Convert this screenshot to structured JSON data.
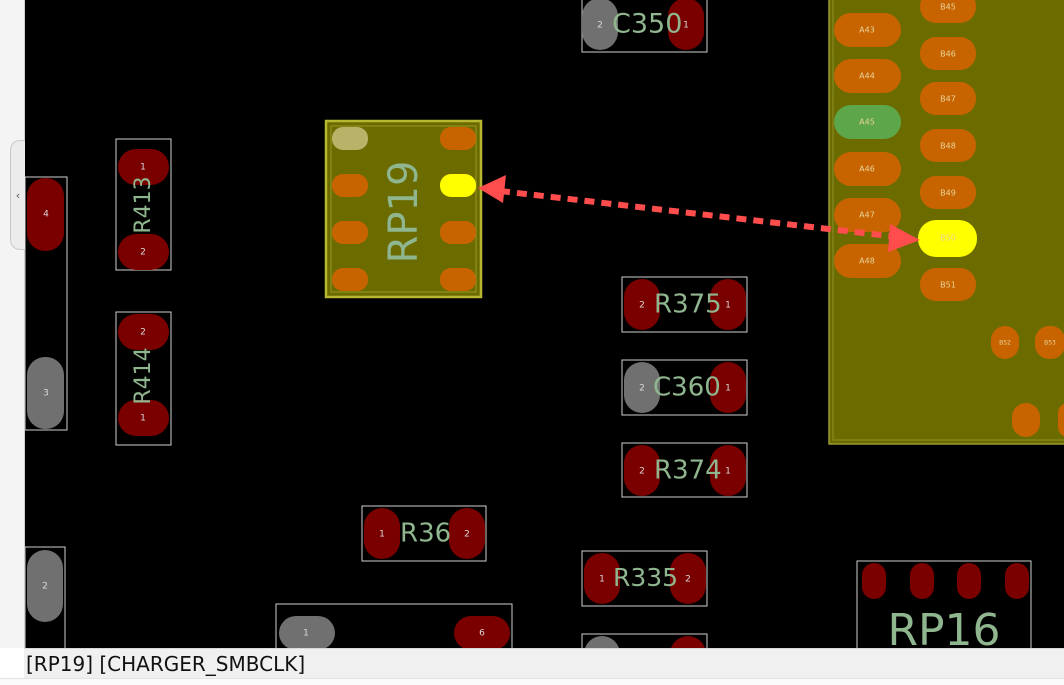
{
  "status_bar": {
    "text": "[RP19] [CHARGER_SMBCLK]"
  },
  "gutter": {
    "collapse_glyph": "‹"
  },
  "components": {
    "c350": {
      "ref": "C350",
      "pin_a": "2",
      "pin_b": "1"
    },
    "rp19": {
      "ref": "RP19"
    },
    "r413": {
      "ref": "R413",
      "pin_top": "1",
      "pin_bottom": "2"
    },
    "r414": {
      "ref": "R414",
      "pin_top": "2",
      "pin_bottom": "1"
    },
    "r375": {
      "ref": "R375",
      "pin_a": "2",
      "pin_b": "1"
    },
    "c360": {
      "ref": "C360",
      "pin_a": "2",
      "pin_b": "1"
    },
    "r374": {
      "ref": "R374",
      "pin_a": "2",
      "pin_b": "1"
    },
    "r36": {
      "ref": "R36",
      "pin_a": "1",
      "pin_b": "2"
    },
    "r335": {
      "ref": "R335",
      "pin_a": "1",
      "pin_b": "2"
    },
    "rp16": {
      "ref": "RP16"
    },
    "left_part_upper": {
      "pin_top": "4",
      "pin_bottom": "3"
    },
    "left_part_lower": {
      "pin": "2"
    },
    "bottom_part": {
      "pin_a": "1",
      "pin_b": "6"
    },
    "connector": {
      "a_pins": [
        "A43",
        "A44",
        "A45",
        "A46",
        "A47",
        "A48"
      ],
      "b_pins": [
        "B45",
        "B46",
        "B47",
        "B48",
        "B49",
        "B50",
        "B51"
      ],
      "extra_pins": [
        "B52",
        "B53"
      ]
    }
  },
  "colors": {
    "board": "#000000",
    "pad_red": "#7a0000",
    "pad_orange": "#c86400",
    "highlight_pad": "#ffff00",
    "selected_pad": "#5ea64a",
    "component_fill": "#6b6b00",
    "arrow": "#ff4d4d",
    "ref_text": "#8fb68f"
  }
}
